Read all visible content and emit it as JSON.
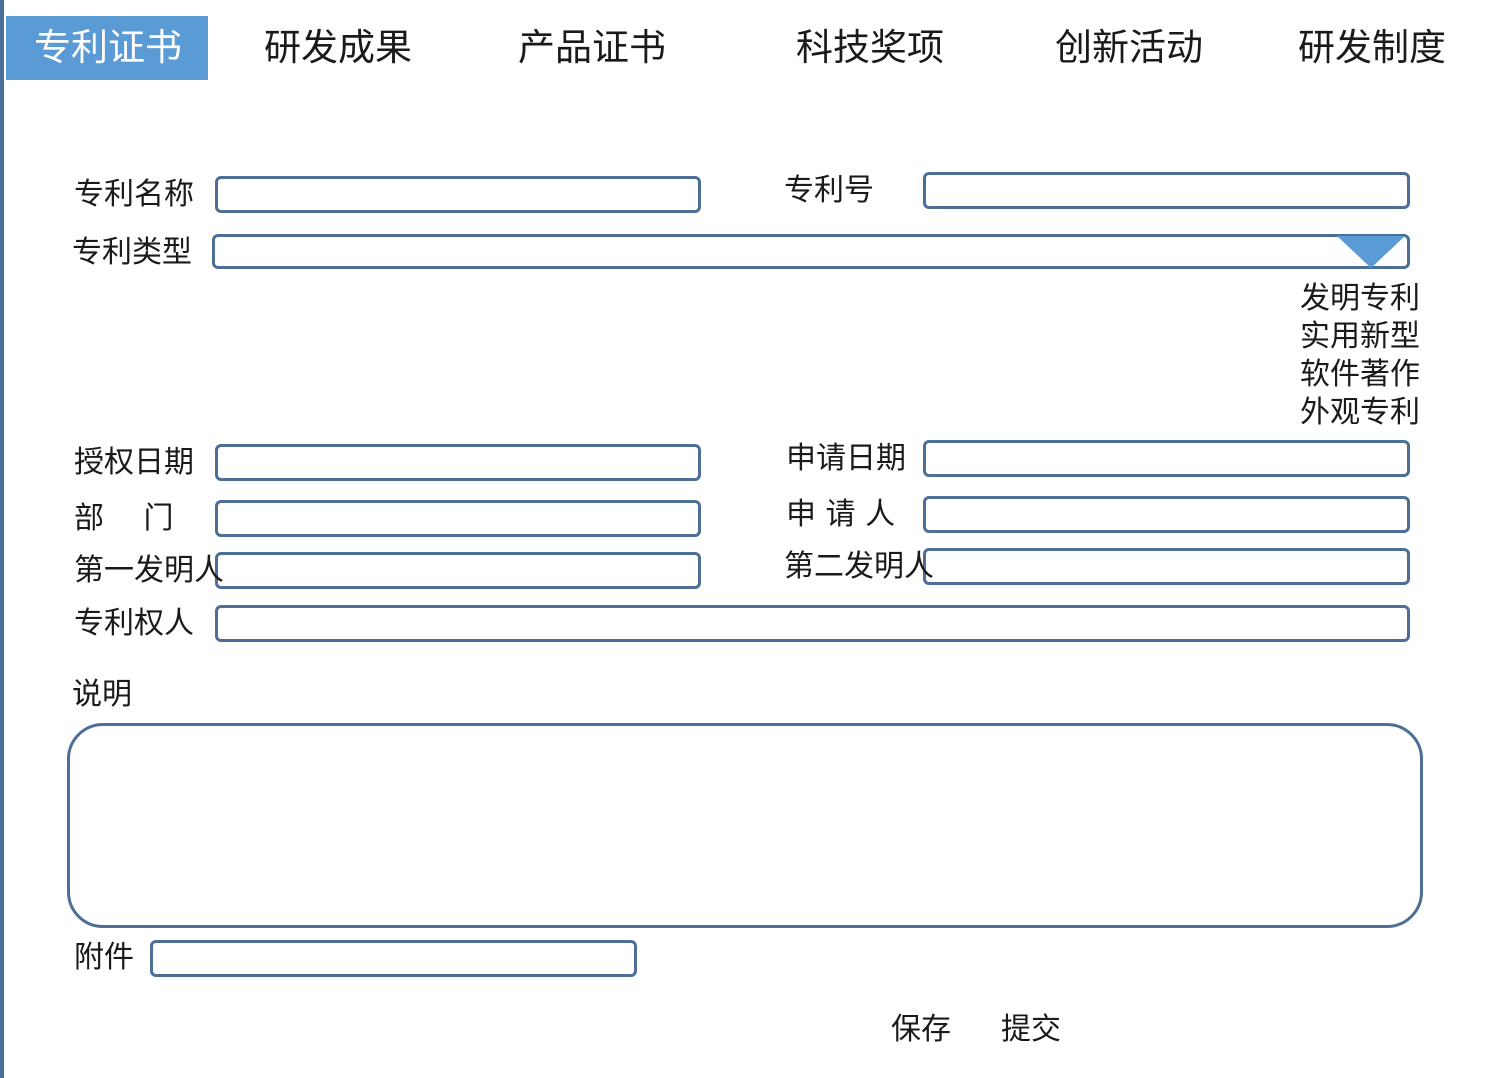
{
  "tabs": [
    {
      "label": "专利证书",
      "active": true
    },
    {
      "label": "研发成果"
    },
    {
      "label": "产品证书"
    },
    {
      "label": "科技奖项"
    },
    {
      "label": "创新活动"
    },
    {
      "label": "研发制度"
    }
  ],
  "form": {
    "patent_name_label": "专利名称",
    "patent_no_label": "专利号",
    "patent_type_label": "专利类型",
    "patent_type_options": [
      "发明专利",
      "实用新型",
      "软件著作",
      "外观专利"
    ],
    "grant_date_label": "授权日期",
    "apply_date_label": "申请日期",
    "department_label": "部　 门",
    "applicant_label": "申 请 人",
    "first_inventor_label": "第一发明人",
    "second_inventor_label": "第二发明人",
    "patentee_label": "专利权人",
    "description_label": "说明",
    "attachment_label": "附件"
  },
  "actions": {
    "save_label": "保存",
    "submit_label": "提交"
  },
  "colors": {
    "accent": "#5b9bd5",
    "border": "#4d6f96",
    "left_rule": "#4a6f9b"
  }
}
